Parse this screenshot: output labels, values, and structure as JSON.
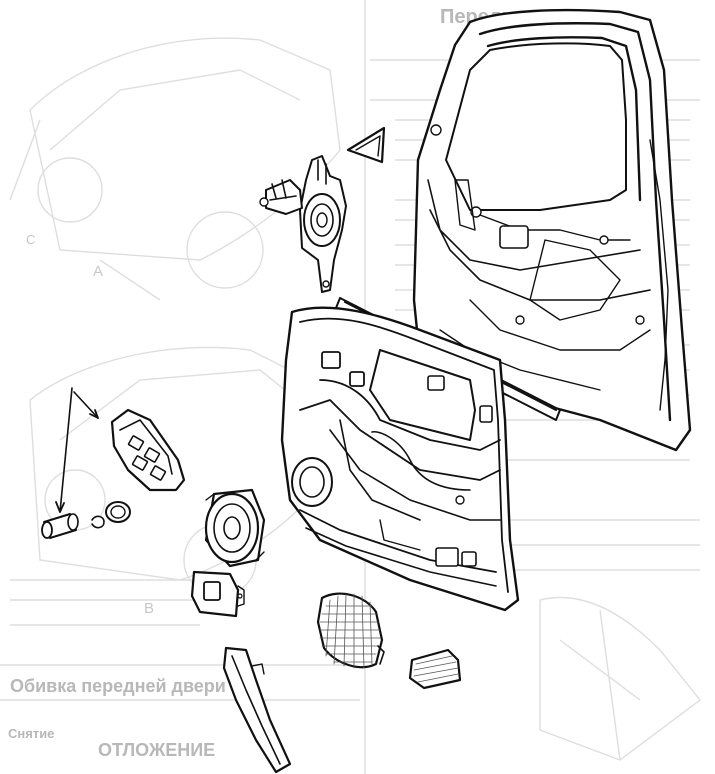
{
  "background_text": {
    "header_right": "Передние двери",
    "bottom_left_heading": "Обивка передней двери",
    "bottom_left_line1": "Снятие",
    "bottom_left_line2": "ОТЛОЖЕНИЕ"
  },
  "callouts": {
    "label_a": "A",
    "label_b": "B",
    "label_c": "C"
  },
  "colors": {
    "ink": "#111111",
    "ghost": "#d4d4d4",
    "paper": "#ffffff"
  }
}
